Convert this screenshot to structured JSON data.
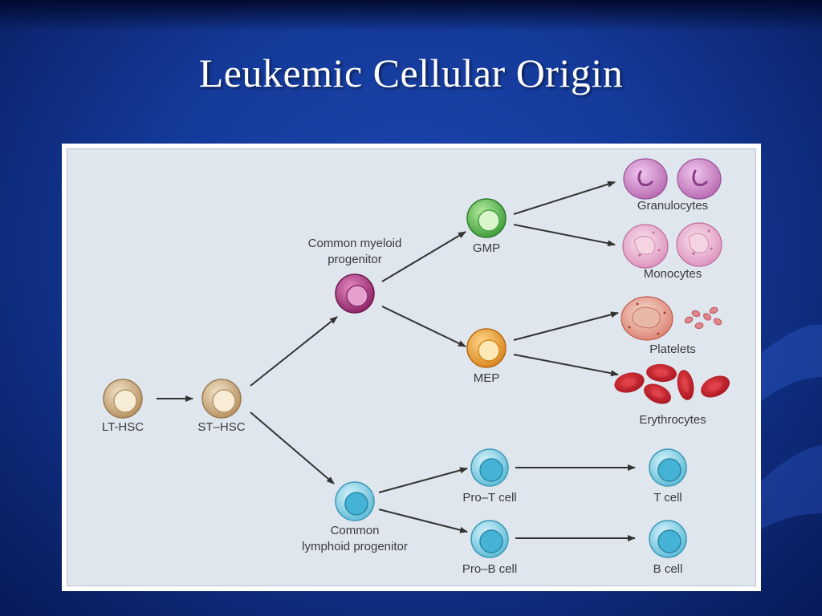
{
  "slide": {
    "title": "Leukemic Cellular Origin"
  },
  "diagram": {
    "cells": {
      "lt_hsc": "LT-HSC",
      "st_hsc": "ST–HSC",
      "cmp_line1": "Common myeloid",
      "cmp_line2": "progenitor",
      "clp_line1": "Common",
      "clp_line2": "lymphoid progenitor",
      "gmp": "GMP",
      "mep": "MEP",
      "pro_t": "Pro–T cell",
      "pro_b": "Pro–B cell",
      "granulocytes": "Granulocytes",
      "monocytes": "Monocytes",
      "platelets": "Platelets",
      "erythrocytes": "Erythrocytes",
      "t_cell": "T cell",
      "b_cell": "B cell"
    }
  },
  "colors": {
    "background": "#143a9a",
    "hsc": "#c9a97e",
    "cmp": "#a3307a",
    "gmp": "#4cb048",
    "mep": "#e79a2a",
    "lymphoid": "#5fc3e0",
    "granulocyte": "#c67bc0",
    "monocyte": "#e6a6cc",
    "platelet": "#d97563",
    "erythrocyte": "#c7151f"
  }
}
